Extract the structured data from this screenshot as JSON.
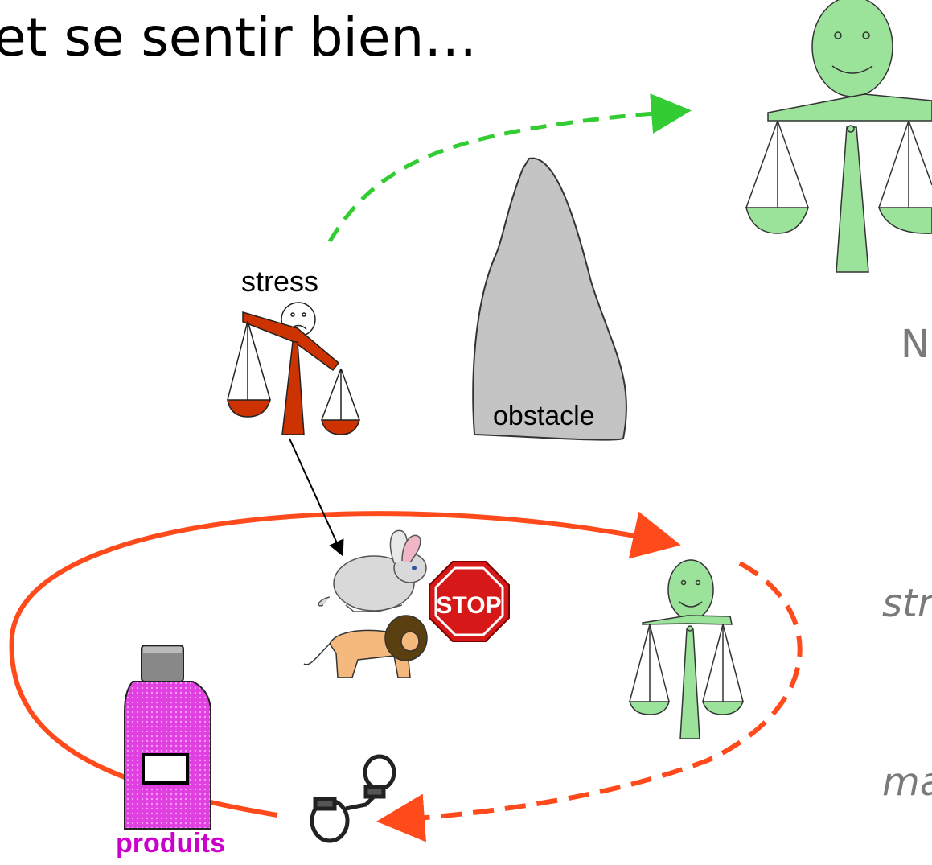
{
  "title": "et se sentir bien…",
  "labels": {
    "stress": "stress",
    "obstacle": "obstacle",
    "produits": "produits",
    "stop_sign": "STOP"
  },
  "side_text": {
    "n": "N",
    "st": "str",
    "ma": "ma"
  },
  "colors": {
    "happy_green": "#9be39b",
    "stress_red": "#cc3300",
    "cycle_orange": "#ff4a1c",
    "path_green": "#33cc33",
    "obstacle_gray": "#c4c4c4",
    "bottle_magenta": "#e040e0",
    "label_magenta": "#cc00cc",
    "side_text_gray": "#7a7a7a"
  },
  "icons": [
    "happy-balance-figure",
    "stress-balance-figure",
    "rabbit-icon",
    "lion-icon",
    "stop-sign-icon",
    "handcuffs-icon",
    "bottle-icon",
    "obstacle-rock"
  ]
}
